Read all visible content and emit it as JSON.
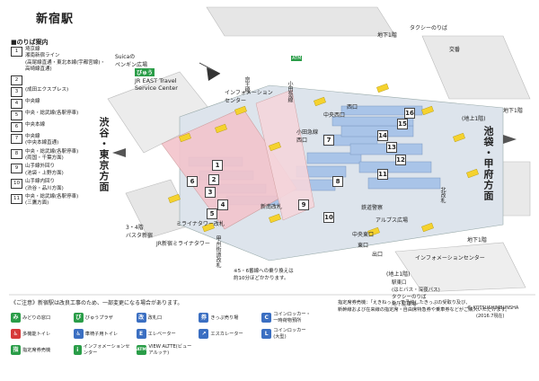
{
  "title": "新宿駅",
  "platform_guide": {
    "heading": "■のりば案内",
    "rows": [
      {
        "no": "1",
        "name": "埼京線\n湘南新宿ライン\n(高尾線直通・東北本線(宇都宮線)・高崎線直通)"
      },
      {
        "no": "2",
        "name": ""
      },
      {
        "no": "3",
        "name": "(成田エクスプレス)"
      },
      {
        "no": "4",
        "name": "中央線"
      },
      {
        "no": "5",
        "name": "中央・総武線(各駅停車)"
      },
      {
        "no": "6",
        "name": "中央本線"
      },
      {
        "no": "7",
        "name": "中央線\n(中央本線直通)"
      },
      {
        "no": "8",
        "name": "中央・総武線(各駅停車)\n(両国・千葉方面)"
      },
      {
        "no": "9",
        "name": "山手線外回り\n(池袋・上野方面)"
      },
      {
        "no": "10",
        "name": "山手線内回り\n(渋谷・品川方面)"
      },
      {
        "no": "11",
        "name": "中央・総武線(各駅停車)\n(三鷹方面)"
      }
    ]
  },
  "directions": {
    "left": "渋谷・東京方面",
    "right": "池袋・甲府方面"
  },
  "labels": {
    "suica_penguin": "Suicaの\nペンギン広場",
    "travel_center": "JR EAST Travel\nService Center",
    "viewplaza": "びゅう",
    "info_center_top": "インフォメーション\nセンター",
    "info_center_bottom": "インフォメーションセンター",
    "odakyu_top": "小田急線",
    "odakyu_mid": "小田急線\n西口",
    "keio": "京王線",
    "keio_mid": "京王線",
    "nishiguchi": "西口",
    "chuo_nishiguchi": "中央西口",
    "higashiguchi": "東口",
    "chuo_higashiguchi": "中央東口",
    "kitaguchi": "北改札",
    "alps": "アルプス広場",
    "station_police": "鉄道警察",
    "bus_terminal": "3・4階\nバスタ新宿",
    "mirainadotower": "ミライナタワー改札",
    "jr_tower": "JR新宿ミライナタワー",
    "shinminami": "新南改札",
    "kotsu_office": "甲州街道改札",
    "taxi_top": "タクシーのりば",
    "kouban": "交番",
    "chika1": "地下1階",
    "chika1b": "地下1階",
    "chika1c": "地下1階",
    "chijo1": "(地上1階)",
    "chijo1b": "(地上1階)",
    "deguchi": "出口",
    "ekimae": "駅東口\n(はとバス・深夜バス)\nタクシーのりば\n地下駐車場",
    "transfer_note": "※5・6番線への乗り換えは\n約10分ほどかかります。",
    "atm": "ATM",
    "platform_numbers": [
      "1",
      "2",
      "3",
      "4",
      "5",
      "6",
      "7",
      "8",
      "9",
      "10",
      "11",
      "12",
      "13",
      "14",
      "15",
      "16"
    ]
  },
  "notes": {
    "caution": "《ご注意》新宿駅は改良工事のため、一部変更になる場合があります。",
    "side": "指定席券売機：「えきねっと」で予約したきっぷの受取り及び、\n新幹線および在来線の指定席・自由席特急券や乗車券などがご購入いただけます。"
  },
  "legend": [
    {
      "icon": "green-window-icon",
      "color": "#2a9d48",
      "glyph": "み",
      "label": "みどりの窓口"
    },
    {
      "icon": "viewplaza-icon",
      "color": "#2a9d48",
      "glyph": "び",
      "label": "びゅうプラザ"
    },
    {
      "icon": "transfer-gate-icon",
      "color": "#3b6fc2",
      "glyph": "改",
      "label": "改札口"
    },
    {
      "icon": "ticket-icon",
      "color": "#3b6fc2",
      "glyph": "券",
      "label": "きっぷ売り場"
    },
    {
      "icon": "locker-icon",
      "color": "#3b6fc2",
      "glyph": "C",
      "label": "コインロッカー・\n一時荷物預所"
    },
    {
      "icon": "toilet-icon",
      "color": "#d63a3a",
      "glyph": "♿",
      "label": "多機能トイレ"
    },
    {
      "icon": "wheelchair-icon",
      "color": "#3b6fc2",
      "glyph": "♿",
      "label": "車椅子用トイレ"
    },
    {
      "icon": "elevator-icon",
      "color": "#3b6fc2",
      "glyph": "E",
      "label": "エレベーター"
    },
    {
      "icon": "escalator-icon",
      "color": "#3b6fc2",
      "glyph": "↗",
      "label": "エスカレーター"
    },
    {
      "icon": "locker-large-icon",
      "color": "#3b6fc2",
      "glyph": "L",
      "label": "コインロッカー\n(大型)"
    },
    {
      "icon": "reserved-machine-icon",
      "color": "#2a9d48",
      "glyph": "指",
      "label": "指定席券売機"
    },
    {
      "icon": "info-icon",
      "color": "#2a9d48",
      "glyph": "i",
      "label": "インフォメーションセンター"
    },
    {
      "icon": "atm-icon",
      "color": "#2a9d48",
      "glyph": "ATM",
      "label": "VIEW ALTTE(ビューアルッテ)"
    }
  ],
  "copyright": "© KOTSUSHIMBUNSHA",
  "date": "(2016.7現在)",
  "colors": {
    "platform": "#a9c4e8",
    "concourse_pink": "#f3c4cc",
    "gate_green": "#3da35a",
    "stair_yellow": "#f5d22e",
    "building": "#e8e8e8",
    "road": "#d0d0d0"
  }
}
